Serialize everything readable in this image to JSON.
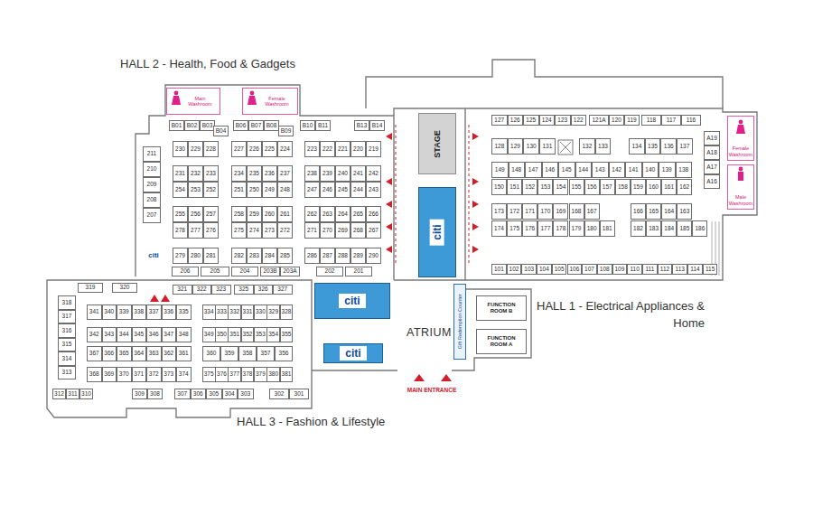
{
  "diagram": {
    "nodes": [
      {
        "text": [
          "Main Washroom"
        ]
      },
      {
        "text": [
          "Female Washroom"
        ]
      },
      {
        "text": [
          "B01"
        ]
      },
      {
        "text": [
          "B02"
        ]
      },
      {
        "text": [
          "B03"
        ]
      },
      {
        "text": [
          "B04"
        ]
      },
      {
        "text": [
          "B06"
        ]
      },
      {
        "text": [
          "B07"
        ]
      },
      {
        "text": [
          "B08"
        ]
      },
      {
        "text": [
          "B09"
        ]
      },
      {
        "text": [
          "B10"
        ]
      },
      {
        "text": [
          "B11"
        ]
      },
      {
        "text": [
          "B13"
        ]
      },
      {
        "text": [
          "B14"
        ]
      },
      {
        "text": [
          "211"
        ]
      },
      {
        "text": [
          "210"
        ]
      },
      {
        "text": [
          "209"
        ]
      },
      {
        "text": [
          "208"
        ]
      },
      {
        "text": [
          "207"
        ]
      },
      {
        "text": [
          "230"
        ]
      },
      {
        "text": [
          "229"
        ]
      },
      {
        "text": [
          "228"
        ]
      },
      {
        "text": [
          "227"
        ]
      },
      {
        "text": [
          "226"
        ]
      },
      {
        "text": [
          "225"
        ]
      },
      {
        "text": [
          "224"
        ]
      },
      {
        "text": [
          "223"
        ]
      },
      {
        "text": [
          "222"
        ]
      },
      {
        "text": [
          "221"
        ]
      },
      {
        "text": [
          "220"
        ]
      },
      {
        "text": [
          "219"
        ]
      },
      {
        "text": [
          "231"
        ]
      },
      {
        "text": [
          "232"
        ]
      },
      {
        "text": [
          "233"
        ]
      },
      {
        "text": [
          "234"
        ]
      },
      {
        "text": [
          "235"
        ]
      },
      {
        "text": [
          "236"
        ]
      },
      {
        "text": [
          "237"
        ]
      },
      {
        "text": [
          "238"
        ]
      },
      {
        "text": [
          "239"
        ]
      },
      {
        "text": [
          "240"
        ]
      },
      {
        "text": [
          "241"
        ]
      },
      {
        "text": [
          "242"
        ]
      },
      {
        "text": [
          "254"
        ]
      },
      {
        "text": [
          "253"
        ]
      },
      {
        "text": [
          "252"
        ]
      },
      {
        "text": [
          "251"
        ]
      },
      {
        "text": [
          "250"
        ]
      },
      {
        "text": [
          "249"
        ]
      },
      {
        "text": [
          "248"
        ]
      },
      {
        "text": [
          "247"
        ]
      },
      {
        "text": [
          "246"
        ]
      },
      {
        "text": [
          "245"
        ]
      },
      {
        "text": [
          "244"
        ]
      },
      {
        "text": [
          "243"
        ]
      },
      {
        "text": [
          "255"
        ]
      },
      {
        "text": [
          "256"
        ]
      },
      {
        "text": [
          "257"
        ]
      },
      {
        "text": [
          "258"
        ]
      },
      {
        "text": [
          "259"
        ]
      },
      {
        "text": [
          "260"
        ]
      },
      {
        "text": [
          "261"
        ]
      },
      {
        "text": [
          "262"
        ]
      },
      {
        "text": [
          "263"
        ]
      },
      {
        "text": [
          "264"
        ]
      },
      {
        "text": [
          "265"
        ]
      },
      {
        "text": [
          "266"
        ]
      },
      {
        "text": [
          "278"
        ]
      },
      {
        "text": [
          "277"
        ]
      },
      {
        "text": [
          "276"
        ]
      },
      {
        "text": [
          "275"
        ]
      },
      {
        "text": [
          "274"
        ]
      },
      {
        "text": [
          "273"
        ]
      },
      {
        "text": [
          "272"
        ]
      },
      {
        "text": [
          "271"
        ]
      },
      {
        "text": [
          "270"
        ]
      },
      {
        "text": [
          "269"
        ]
      },
      {
        "text": [
          "268"
        ]
      },
      {
        "text": [
          "267"
        ]
      },
      {
        "text": [
          "279"
        ]
      },
      {
        "text": [
          "280"
        ]
      },
      {
        "text": [
          "281"
        ]
      },
      {
        "text": [
          "282"
        ]
      },
      {
        "text": [
          "283"
        ]
      },
      {
        "text": [
          "284"
        ]
      },
      {
        "text": [
          "285"
        ]
      },
      {
        "text": [
          "286"
        ]
      },
      {
        "text": [
          "287"
        ]
      },
      {
        "text": [
          "288"
        ]
      },
      {
        "text": [
          "289"
        ]
      },
      {
        "text": [
          "290"
        ]
      },
      {
        "text": [
          "206"
        ]
      },
      {
        "text": [
          "205"
        ]
      },
      {
        "text": [
          "204"
        ]
      },
      {
        "text": [
          "203B"
        ]
      },
      {
        "text": [
          "203A"
        ]
      },
      {
        "text": [
          "202"
        ]
      },
      {
        "text": [
          "201"
        ]
      },
      {
        "text": [
          "STAGE"
        ]
      },
      {
        "text": [
          "citi"
        ]
      },
      {
        "text": [
          "127"
        ]
      },
      {
        "text": [
          "126"
        ]
      },
      {
        "text": [
          "125"
        ]
      },
      {
        "text": [
          "124"
        ]
      },
      {
        "text": [
          "123"
        ]
      },
      {
        "text": [
          "122"
        ]
      },
      {
        "text": [
          "121A"
        ]
      },
      {
        "text": [
          "120"
        ]
      },
      {
        "text": [
          "119"
        ]
      },
      {
        "text": [
          "118"
        ]
      },
      {
        "text": [
          "117"
        ]
      },
      {
        "text": [
          "116"
        ]
      },
      {
        "text": [
          "A19"
        ]
      },
      {
        "text": [
          "A18"
        ]
      },
      {
        "text": [
          "A17"
        ]
      },
      {
        "text": [
          "A16"
        ]
      },
      {
        "text": [
          "128"
        ]
      },
      {
        "text": [
          "129"
        ]
      },
      {
        "text": [
          "130"
        ]
      },
      {
        "text": [
          "131"
        ]
      },
      {
        "text": [
          "132"
        ]
      },
      {
        "text": [
          "133"
        ]
      },
      {
        "text": [
          "134"
        ]
      },
      {
        "text": [
          "135"
        ]
      },
      {
        "text": [
          "136"
        ]
      },
      {
        "text": [
          "137"
        ]
      },
      {
        "text": [
          "149"
        ]
      },
      {
        "text": [
          "148"
        ]
      },
      {
        "text": [
          "147"
        ]
      },
      {
        "text": [
          "146"
        ]
      },
      {
        "text": [
          "145"
        ]
      },
      {
        "text": [
          "144"
        ]
      },
      {
        "text": [
          "143"
        ]
      },
      {
        "text": [
          "142"
        ]
      },
      {
        "text": [
          "141"
        ]
      },
      {
        "text": [
          "140"
        ]
      },
      {
        "text": [
          "139"
        ]
      },
      {
        "text": [
          "138"
        ]
      },
      {
        "text": [
          "150"
        ]
      },
      {
        "text": [
          "151"
        ]
      },
      {
        "text": [
          "152"
        ]
      },
      {
        "text": [
          "153"
        ]
      },
      {
        "text": [
          "154"
        ]
      },
      {
        "text": [
          "155"
        ]
      },
      {
        "text": [
          "156"
        ]
      },
      {
        "text": [
          "157"
        ]
      },
      {
        "text": [
          "158"
        ]
      },
      {
        "text": [
          "159"
        ]
      },
      {
        "text": [
          "160"
        ]
      },
      {
        "text": [
          "161"
        ]
      },
      {
        "text": [
          "162"
        ]
      },
      {
        "text": [
          "173"
        ]
      },
      {
        "text": [
          "172"
        ]
      },
      {
        "text": [
          "171"
        ]
      },
      {
        "text": [
          "170"
        ]
      },
      {
        "text": [
          "169"
        ]
      },
      {
        "text": [
          "168"
        ]
      },
      {
        "text": [
          "167"
        ]
      },
      {
        "text": [
          "166"
        ]
      },
      {
        "text": [
          "165"
        ]
      },
      {
        "text": [
          "164"
        ]
      },
      {
        "text": [
          "163"
        ]
      },
      {
        "text": [
          "174"
        ]
      },
      {
        "text": [
          "175"
        ]
      },
      {
        "text": [
          "176"
        ]
      },
      {
        "text": [
          "177"
        ]
      },
      {
        "text": [
          "178"
        ]
      },
      {
        "text": [
          "179"
        ]
      },
      {
        "text": [
          "180"
        ]
      },
      {
        "text": [
          "181"
        ]
      },
      {
        "text": [
          "182"
        ]
      },
      {
        "text": [
          "183"
        ]
      },
      {
        "text": [
          "184"
        ]
      },
      {
        "text": [
          "185"
        ]
      },
      {
        "text": [
          "186"
        ]
      },
      {
        "text": [
          "101"
        ]
      },
      {
        "text": [
          "102"
        ]
      },
      {
        "text": [
          "103"
        ]
      },
      {
        "text": [
          "104"
        ]
      },
      {
        "text": [
          "105"
        ]
      },
      {
        "text": [
          "106"
        ]
      },
      {
        "text": [
          "107"
        ]
      },
      {
        "text": [
          "108"
        ]
      },
      {
        "text": [
          "109"
        ]
      },
      {
        "text": [
          "110"
        ]
      },
      {
        "text": [
          "111"
        ]
      },
      {
        "text": [
          "112"
        ]
      },
      {
        "text": [
          "113"
        ]
      },
      {
        "text": [
          "114"
        ]
      },
      {
        "text": [
          "115"
        ]
      },
      {
        "text": [
          "citi"
        ]
      },
      {
        "text": [
          "citi"
        ]
      },
      {
        "text": [
          "Gift Redemption Counter"
        ]
      },
      {
        "text": [
          "FUNCTION ROOM B"
        ]
      },
      {
        "text": [
          "FUNCTION ROOM A"
        ]
      },
      {
        "text": [
          "319"
        ]
      },
      {
        "text": [
          "320"
        ]
      },
      {
        "text": [
          "321"
        ]
      },
      {
        "text": [
          "322"
        ]
      },
      {
        "text": [
          "323"
        ]
      },
      {
        "text": [
          "325"
        ]
      },
      {
        "text": [
          "326"
        ]
      },
      {
        "text": [
          "327"
        ]
      },
      {
        "text": [
          "318"
        ]
      },
      {
        "text": [
          "317"
        ]
      },
      {
        "text": [
          "316"
        ]
      },
      {
        "text": [
          "315"
        ]
      },
      {
        "text": [
          "314"
        ]
      },
      {
        "text": [
          "313"
        ]
      },
      {
        "text": [
          "341"
        ]
      },
      {
        "text": [
          "340"
        ]
      },
      {
        "text": [
          "339"
        ]
      },
      {
        "text": [
          "338"
        ]
      },
      {
        "text": [
          "337"
        ]
      },
      {
        "text": [
          "336"
        ]
      },
      {
        "text": [
          "335"
        ]
      },
      {
        "text": [
          "334"
        ]
      },
      {
        "text": [
          "333"
        ]
      },
      {
        "text": [
          "332"
        ]
      },
      {
        "text": [
          "331"
        ]
      },
      {
        "text": [
          "330"
        ]
      },
      {
        "text": [
          "329"
        ]
      },
      {
        "text": [
          "328"
        ]
      },
      {
        "text": [
          "342"
        ]
      },
      {
        "text": [
          "343"
        ]
      },
      {
        "text": [
          "344"
        ]
      },
      {
        "text": [
          "345"
        ]
      },
      {
        "text": [
          "346"
        ]
      },
      {
        "text": [
          "347"
        ]
      },
      {
        "text": [
          "348"
        ]
      },
      {
        "text": [
          "349"
        ]
      },
      {
        "text": [
          "350"
        ]
      },
      {
        "text": [
          "351"
        ]
      },
      {
        "text": [
          "352"
        ]
      },
      {
        "text": [
          "353"
        ]
      },
      {
        "text": [
          "354"
        ]
      },
      {
        "text": [
          "355"
        ]
      },
      {
        "text": [
          "367"
        ]
      },
      {
        "text": [
          "366"
        ]
      },
      {
        "text": [
          "365"
        ]
      },
      {
        "text": [
          "364"
        ]
      },
      {
        "text": [
          "363"
        ]
      },
      {
        "text": [
          "362"
        ]
      },
      {
        "text": [
          "361"
        ]
      },
      {
        "text": [
          "360"
        ]
      },
      {
        "text": [
          "359"
        ]
      },
      {
        "text": [
          "358"
        ]
      },
      {
        "text": [
          "357"
        ]
      },
      {
        "text": [
          "356"
        ]
      },
      {
        "text": [
          "368"
        ]
      },
      {
        "text": [
          "369"
        ]
      },
      {
        "text": [
          "370"
        ]
      },
      {
        "text": [
          "371"
        ]
      },
      {
        "text": [
          "372"
        ]
      },
      {
        "text": [
          "373"
        ]
      },
      {
        "text": [
          "374"
        ]
      },
      {
        "text": [
          "375"
        ]
      },
      {
        "text": [
          "376"
        ]
      },
      {
        "text": [
          "377"
        ]
      },
      {
        "text": [
          "378"
        ]
      },
      {
        "text": [
          "379"
        ]
      },
      {
        "text": [
          "380"
        ]
      },
      {
        "text": [
          "381"
        ]
      },
      {
        "text": [
          "312"
        ]
      },
      {
        "text": [
          "311"
        ]
      },
      {
        "text": [
          "310"
        ]
      },
      {
        "text": [
          "309"
        ]
      },
      {
        "text": [
          "308"
        ]
      },
      {
        "text": [
          "307"
        ]
      },
      {
        "text": [
          "306"
        ]
      },
      {
        "text": [
          "305"
        ]
      },
      {
        "text": [
          "304"
        ]
      },
      {
        "text": [
          "303"
        ]
      },
      {
        "text": [
          "302"
        ]
      },
      {
        "text": [
          "301"
        ]
      },
      {
        "text": [
          "Female Washroom"
        ]
      },
      {
        "text": [
          "Male Washroom"
        ]
      }
    ],
    "labels": [
      "HALL 2 - Health, Food & Gadgets",
      "citi",
      "ATRIUM",
      "MAIN ENTRANCE",
      "HALL 1 - Electrical Appliances & Home",
      "HALL 3 - Fashion & Lifestyle"
    ]
  }
}
